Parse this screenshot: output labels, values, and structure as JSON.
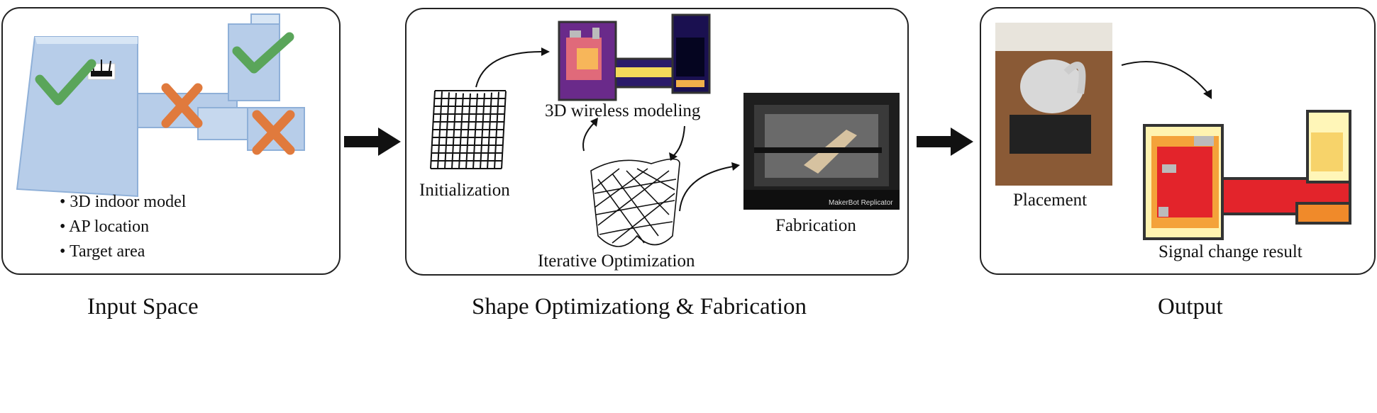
{
  "input_space": {
    "bullets": [
      "3D indoor model",
      "AP location",
      "Target area"
    ],
    "caption": "Input Space"
  },
  "shape_opt": {
    "initialization": "Initialization",
    "wireless_modeling": "3D wireless modeling",
    "iterative": "Iterative Optimization",
    "fabrication": "Fabrication",
    "printer_brand": "MakerBot Replicator",
    "caption": "Shape Optimizationg & Fabrication"
  },
  "output": {
    "placement": "Placement",
    "signal_result": "Signal change result",
    "caption": "Output"
  },
  "colors": {
    "floor_blue": "#a9c4e6",
    "check_green": "#5aa55a",
    "cross_orange": "#e07a3d",
    "arrow_black": "#111111"
  }
}
